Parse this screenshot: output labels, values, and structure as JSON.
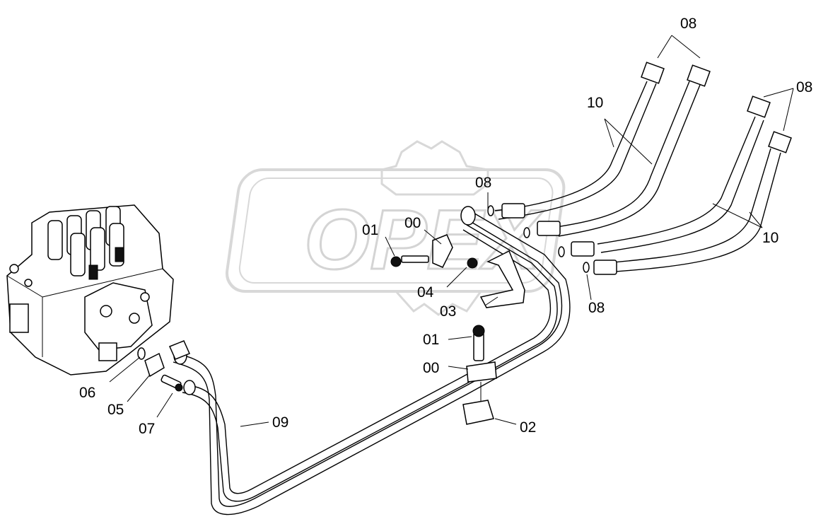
{
  "watermark": "OPEX",
  "callouts": [
    {
      "id": "c-08-top",
      "text": "08"
    },
    {
      "id": "c-08-right",
      "text": "08"
    },
    {
      "id": "c-10-top",
      "text": "10"
    },
    {
      "id": "c-10-right",
      "text": "10"
    },
    {
      "id": "c-08-mid",
      "text": "08"
    },
    {
      "id": "c-00-upper",
      "text": "00"
    },
    {
      "id": "c-01-upper",
      "text": "01"
    },
    {
      "id": "c-04",
      "text": "04"
    },
    {
      "id": "c-03",
      "text": "03"
    },
    {
      "id": "c-08-lower",
      "text": "08"
    },
    {
      "id": "c-01-lower",
      "text": "01"
    },
    {
      "id": "c-00-lower",
      "text": "00"
    },
    {
      "id": "c-02",
      "text": "02"
    },
    {
      "id": "c-06",
      "text": "06"
    },
    {
      "id": "c-05",
      "text": "05"
    },
    {
      "id": "c-07",
      "text": "07"
    },
    {
      "id": "c-09",
      "text": "09"
    }
  ]
}
